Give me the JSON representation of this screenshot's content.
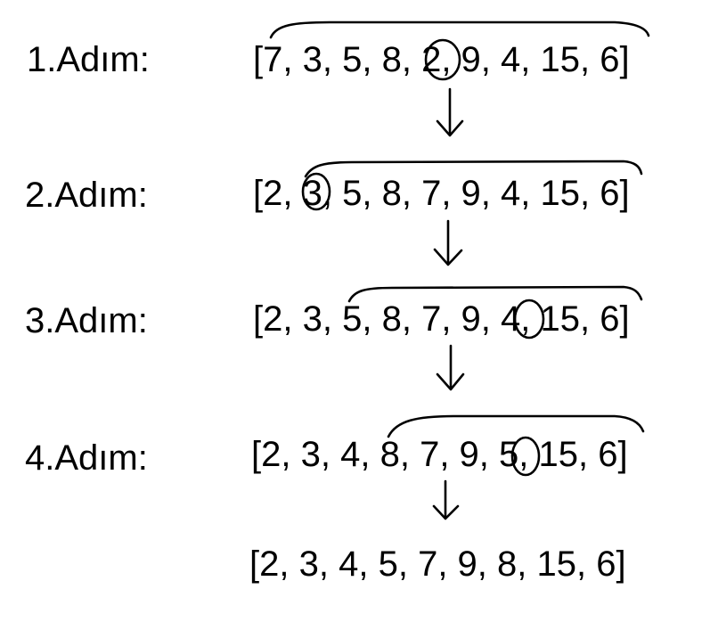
{
  "steps": [
    {
      "label": "1.Adım:",
      "array": [
        "7",
        "3",
        "5",
        "8",
        "2",
        "9",
        "4",
        "15",
        "6"
      ],
      "circled_index": 4,
      "bracket_from_index": 0
    },
    {
      "label": "2.Adım:",
      "array": [
        "2",
        "3",
        "5",
        "8",
        "7",
        "9",
        "4",
        "15",
        "6"
      ],
      "circled_index": 1,
      "bracket_from_index": 1
    },
    {
      "label": "3.Adım:",
      "array": [
        "2",
        "3",
        "5",
        "8",
        "7",
        "9",
        "4",
        "15",
        "6"
      ],
      "circled_index": 6,
      "bracket_from_index": 2
    },
    {
      "label": "4.Adım:",
      "array": [
        "2",
        "3",
        "4",
        "8",
        "7",
        "9",
        "5",
        "15",
        "6"
      ],
      "circled_index": 6,
      "bracket_from_index": 3
    }
  ],
  "result": {
    "array": [
      "2",
      "3",
      "4",
      "5",
      "7",
      "9",
      "8",
      "15",
      "6"
    ]
  }
}
